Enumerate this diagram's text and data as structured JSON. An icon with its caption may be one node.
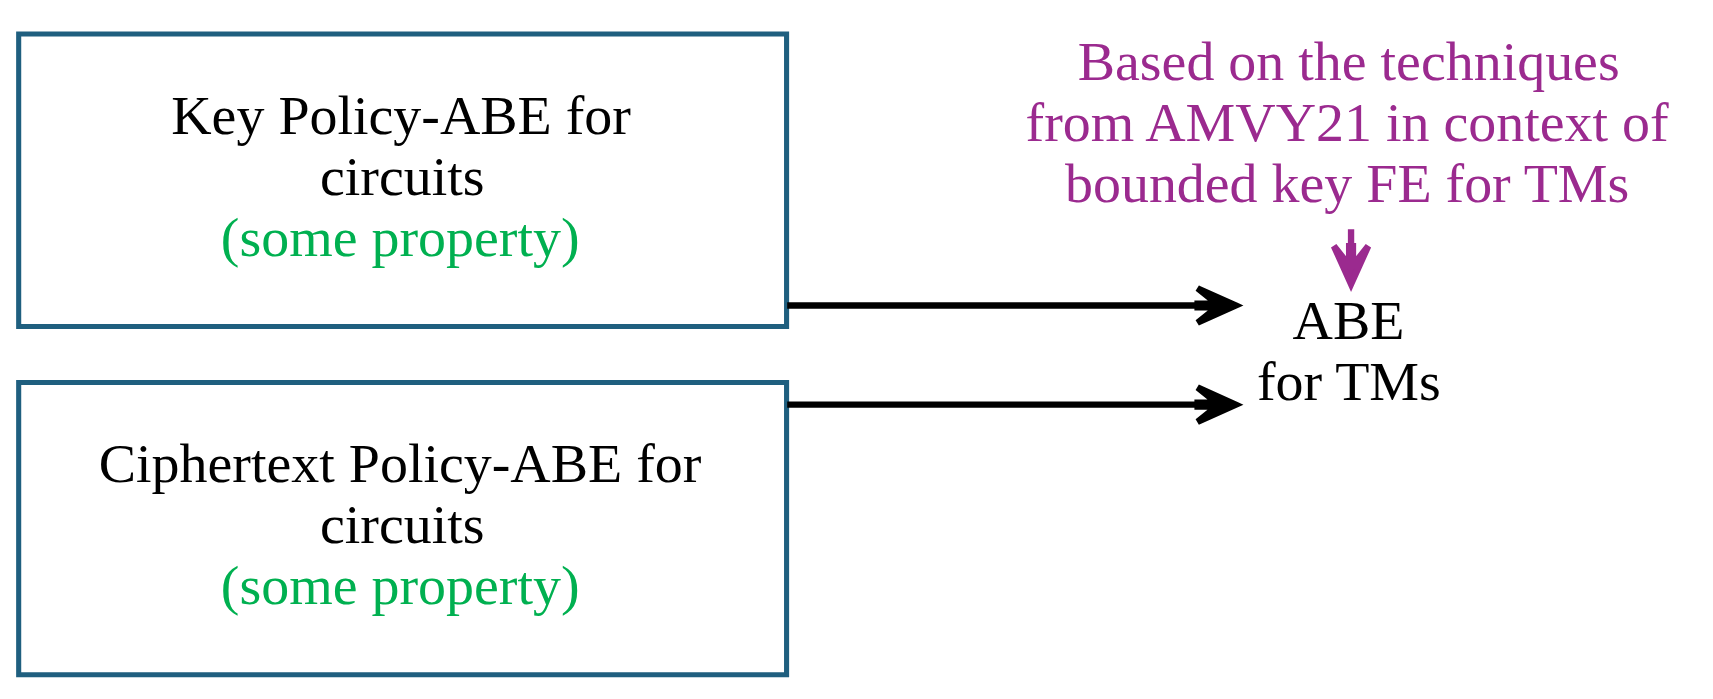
{
  "diagram": {
    "nodes": [
      {
        "text": [
          "Key Policy-ABE for circuits",
          "(some property)"
        ]
      },
      {
        "text": [
          "Ciphertext Policy-ABE for circuits",
          "(some property)"
        ]
      },
      {
        "text": [
          "ABE for TMs"
        ]
      },
      {
        "text": [
          "Based on the techniques from AMVY21 in context of bounded key FE for TMs"
        ]
      }
    ],
    "edges": [
      {
        "from": 0,
        "to": 2,
        "arrow": "to"
      },
      {
        "from": 1,
        "to": 2,
        "arrow": "to"
      },
      {
        "from": 3,
        "to": 2,
        "arrow": "to",
        "color": "#9b2a8f"
      }
    ]
  }
}
